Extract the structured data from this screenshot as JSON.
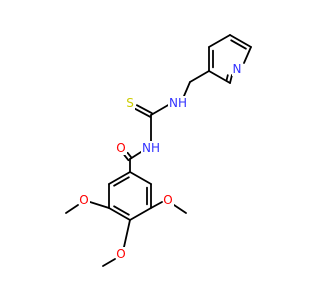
{
  "colors": {
    "background": "#ffffff",
    "bond": "#000000",
    "carbon": "#000000",
    "nitrogen": "#3333ff",
    "oxygen": "#ff0000",
    "sulfur": "#cccc00"
  },
  "molecule": {
    "atoms": [
      {
        "id": "S1",
        "element": "S"
      },
      {
        "id": "C2",
        "element": "C"
      },
      {
        "id": "N3",
        "element": "N",
        "label": "NH"
      },
      {
        "id": "C4",
        "element": "C"
      },
      {
        "id": "C5",
        "element": "C"
      },
      {
        "id": "C6",
        "element": "C"
      },
      {
        "id": "C7",
        "element": "C"
      },
      {
        "id": "N8",
        "element": "N",
        "label": "N"
      },
      {
        "id": "C9",
        "element": "C"
      },
      {
        "id": "C10",
        "element": "C"
      },
      {
        "id": "N11",
        "element": "N",
        "label": "NH"
      },
      {
        "id": "C12",
        "element": "C"
      },
      {
        "id": "O13",
        "element": "O",
        "label": "O"
      },
      {
        "id": "C14",
        "element": "C"
      },
      {
        "id": "C15",
        "element": "C"
      },
      {
        "id": "C16",
        "element": "C"
      },
      {
        "id": "O17",
        "element": "O",
        "label": "O"
      },
      {
        "id": "C18",
        "element": "C"
      },
      {
        "id": "C19",
        "element": "C"
      },
      {
        "id": "O20",
        "element": "O",
        "label": "O"
      },
      {
        "id": "C21",
        "element": "C"
      },
      {
        "id": "C22",
        "element": "C"
      },
      {
        "id": "O23",
        "element": "O",
        "label": "O"
      },
      {
        "id": "C24",
        "element": "C"
      },
      {
        "id": "C25",
        "element": "C"
      },
      {
        "id": "C26",
        "element": "C"
      }
    ],
    "bonds": [
      {
        "a": "S1",
        "b": "C2",
        "order": 2
      },
      {
        "a": "C2",
        "b": "N3",
        "order": 1
      },
      {
        "a": "N3",
        "b": "C4",
        "order": 1
      },
      {
        "a": "C4",
        "b": "C5",
        "order": 1
      },
      {
        "a": "C5",
        "b": "C6",
        "order": 2
      },
      {
        "a": "C6",
        "b": "C7",
        "order": 1
      },
      {
        "a": "C7",
        "b": "N8",
        "order": 2
      },
      {
        "a": "N8",
        "b": "C9",
        "order": 1
      },
      {
        "a": "C9",
        "b": "C10",
        "order": 2
      },
      {
        "a": "C10",
        "b": "C5",
        "order": 1
      },
      {
        "a": "C2",
        "b": "N11",
        "order": 1
      },
      {
        "a": "N11",
        "b": "C12",
        "order": 1
      },
      {
        "a": "C12",
        "b": "O13",
        "order": 2
      },
      {
        "a": "C12",
        "b": "C14",
        "order": 1
      },
      {
        "a": "C14",
        "b": "C15",
        "order": 2
      },
      {
        "a": "C15",
        "b": "C16",
        "order": 1
      },
      {
        "a": "C16",
        "b": "O17",
        "order": 1
      },
      {
        "a": "O17",
        "b": "C18",
        "order": 1
      },
      {
        "a": "C16",
        "b": "C19",
        "order": 2
      },
      {
        "a": "C19",
        "b": "O20",
        "order": 1
      },
      {
        "a": "O20",
        "b": "C21",
        "order": 1
      },
      {
        "a": "C19",
        "b": "C22",
        "order": 1
      },
      {
        "a": "C22",
        "b": "O23",
        "order": 1
      },
      {
        "a": "O23",
        "b": "C24",
        "order": 1
      },
      {
        "a": "C22",
        "b": "C25",
        "order": 2
      },
      {
        "a": "C25",
        "b": "C14",
        "order": 1
      }
    ]
  }
}
